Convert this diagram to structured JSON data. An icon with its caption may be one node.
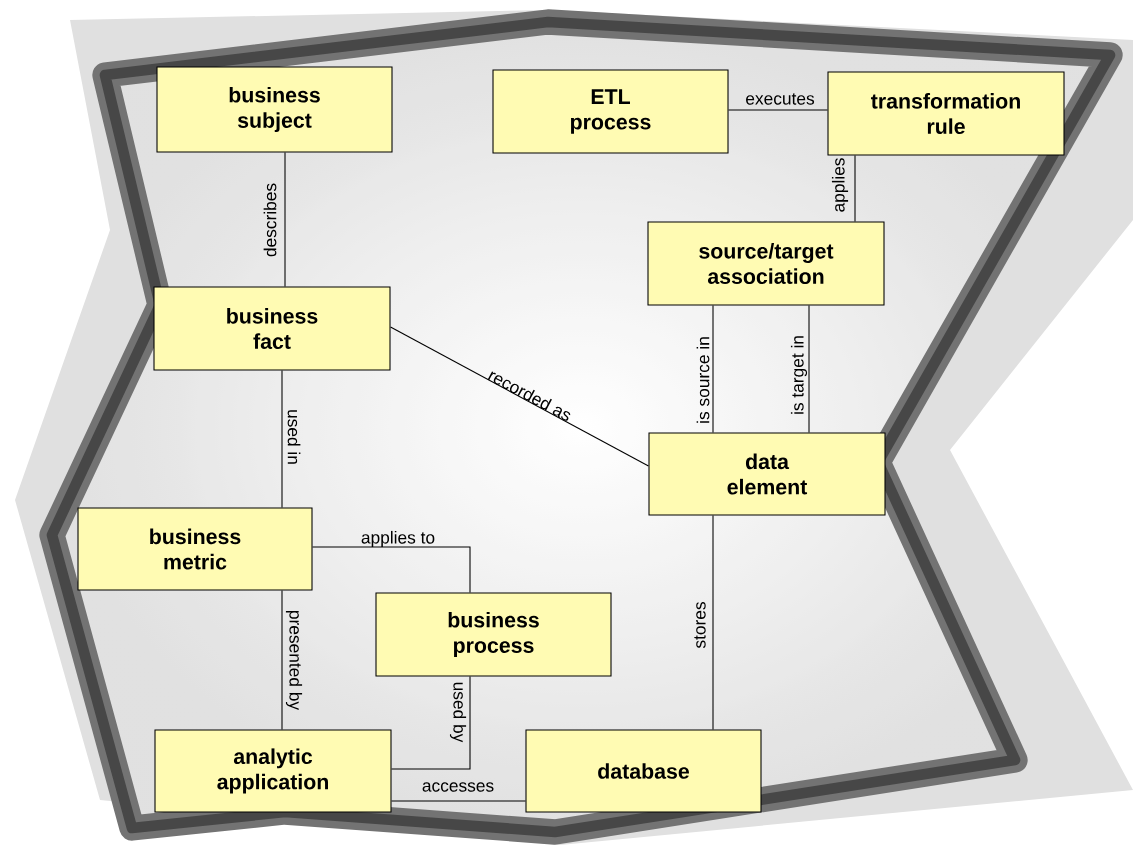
{
  "diagram": {
    "nodes": [
      {
        "text": [
          "business subject"
        ]
      },
      {
        "text": [
          "ETL process"
        ]
      },
      {
        "text": [
          "transformation rule"
        ]
      },
      {
        "text": [
          "source/target association"
        ]
      },
      {
        "text": [
          "business fact"
        ]
      },
      {
        "text": [
          "data element"
        ]
      },
      {
        "text": [
          "business metric"
        ]
      },
      {
        "text": [
          "business process"
        ]
      },
      {
        "text": [
          "analytic application"
        ]
      },
      {
        "text": [
          "database"
        ]
      }
    ],
    "edges": [
      {
        "from": 0,
        "to": 4,
        "arrow": "none",
        "label": "describes"
      },
      {
        "from": 1,
        "to": 2,
        "arrow": "none",
        "label": "executes"
      },
      {
        "from": 2,
        "to": 3,
        "arrow": "none",
        "label": "applies"
      },
      {
        "from": 4,
        "to": 5,
        "arrow": "none",
        "label": "recorded as"
      },
      {
        "from": 5,
        "to": 3,
        "arrow": "none",
        "label": "is source in"
      },
      {
        "from": 5,
        "to": 3,
        "arrow": "none",
        "label": "is target in"
      },
      {
        "from": 4,
        "to": 6,
        "arrow": "none",
        "label": "used in"
      },
      {
        "from": 6,
        "to": 7,
        "arrow": "none",
        "label": "applies to"
      },
      {
        "from": 6,
        "to": 8,
        "arrow": "none",
        "label": "presented by"
      },
      {
        "from": 7,
        "to": 8,
        "arrow": "none",
        "label": "used by"
      },
      {
        "from": 8,
        "to": 9,
        "arrow": "none",
        "label": "accesses"
      },
      {
        "from": 9,
        "to": 5,
        "arrow": "none",
        "label": "stores"
      }
    ]
  }
}
